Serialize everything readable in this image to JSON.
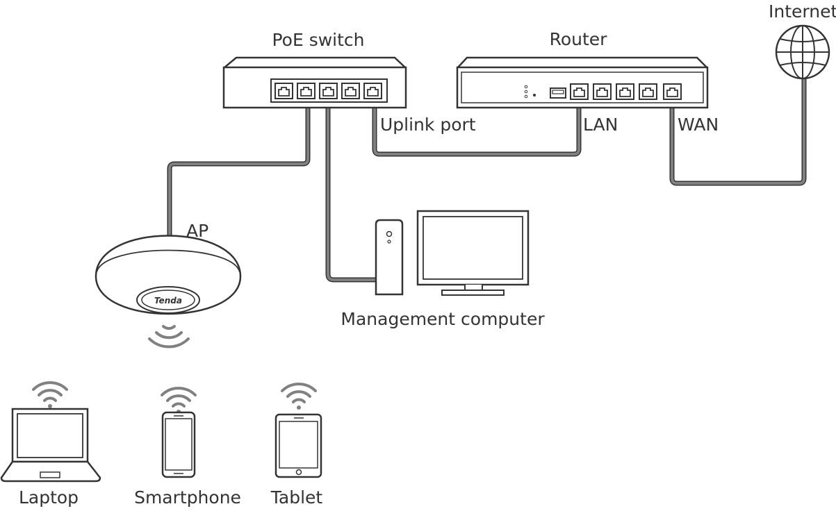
{
  "labels": {
    "internet": "Internet",
    "poe_switch": "PoE switch",
    "router": "Router",
    "uplink_port": "Uplink port",
    "lan": "LAN",
    "wan": "WAN",
    "ap": "AP",
    "management_computer": "Management computer",
    "laptop": "Laptop",
    "smartphone": "Smartphone",
    "tablet": "Tablet"
  },
  "ap_logo_text": "Tenda",
  "colors": {
    "line": "#333333",
    "cable": "#808080",
    "cable_outline": "#333333",
    "fill": "#ffffff"
  }
}
